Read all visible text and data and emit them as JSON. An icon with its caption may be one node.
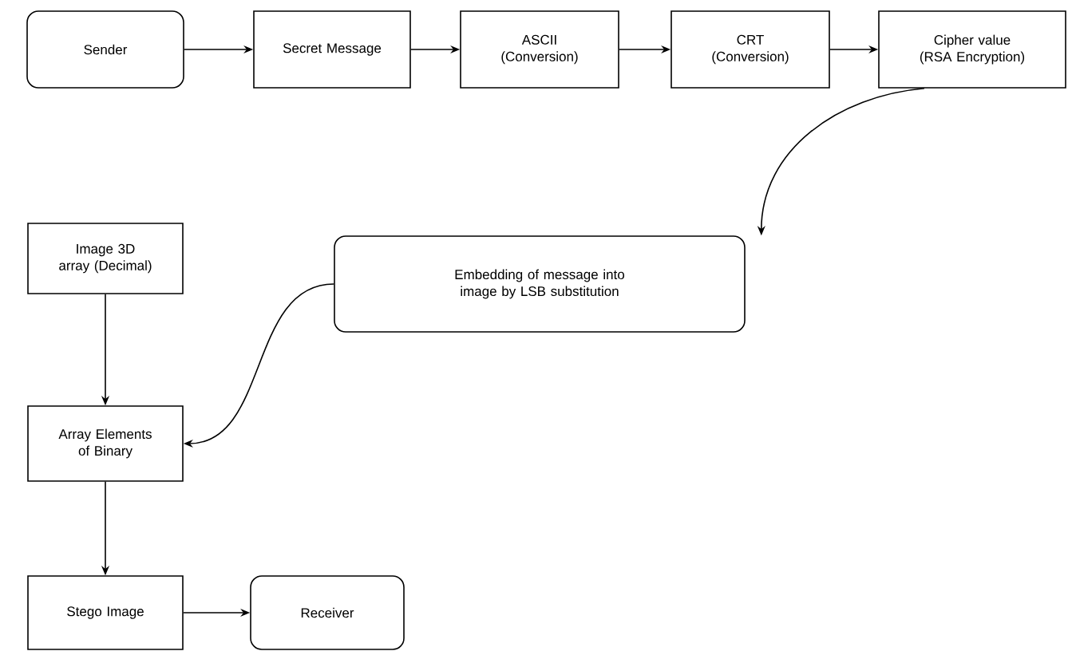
{
  "diagram": {
    "nodes": [
      {
        "text": [
          "Sender"
        ]
      },
      {
        "text": [
          "Secret Message"
        ]
      },
      {
        "text": [
          "ASCII (Conversion)"
        ]
      },
      {
        "text": [
          "CRT (Conversion)"
        ]
      },
      {
        "text": [
          "Cipher value (RSA Encryption)"
        ]
      },
      {
        "text": [
          "Image 3D array (Decimal)"
        ]
      },
      {
        "text": [
          "Embedding of message into image by LSB substitution"
        ]
      },
      {
        "text": [
          "Array Elements of Binary"
        ]
      },
      {
        "text": [
          "Stego Image"
        ]
      },
      {
        "text": [
          "Receiver"
        ]
      }
    ],
    "edges": [
      {
        "from": 0,
        "to": 1,
        "arrow": "to"
      },
      {
        "from": 1,
        "to": 2,
        "arrow": "to"
      },
      {
        "from": 2,
        "to": 3,
        "arrow": "to"
      },
      {
        "from": 3,
        "to": 4,
        "arrow": "to"
      },
      {
        "from": 4,
        "to": 6,
        "arrow": "to"
      },
      {
        "from": 5,
        "to": 7,
        "arrow": "to"
      },
      {
        "from": 6,
        "to": 7,
        "arrow": "to"
      },
      {
        "from": 7,
        "to": 8,
        "arrow": "to"
      },
      {
        "from": 8,
        "to": 9,
        "arrow": "to"
      }
    ]
  }
}
